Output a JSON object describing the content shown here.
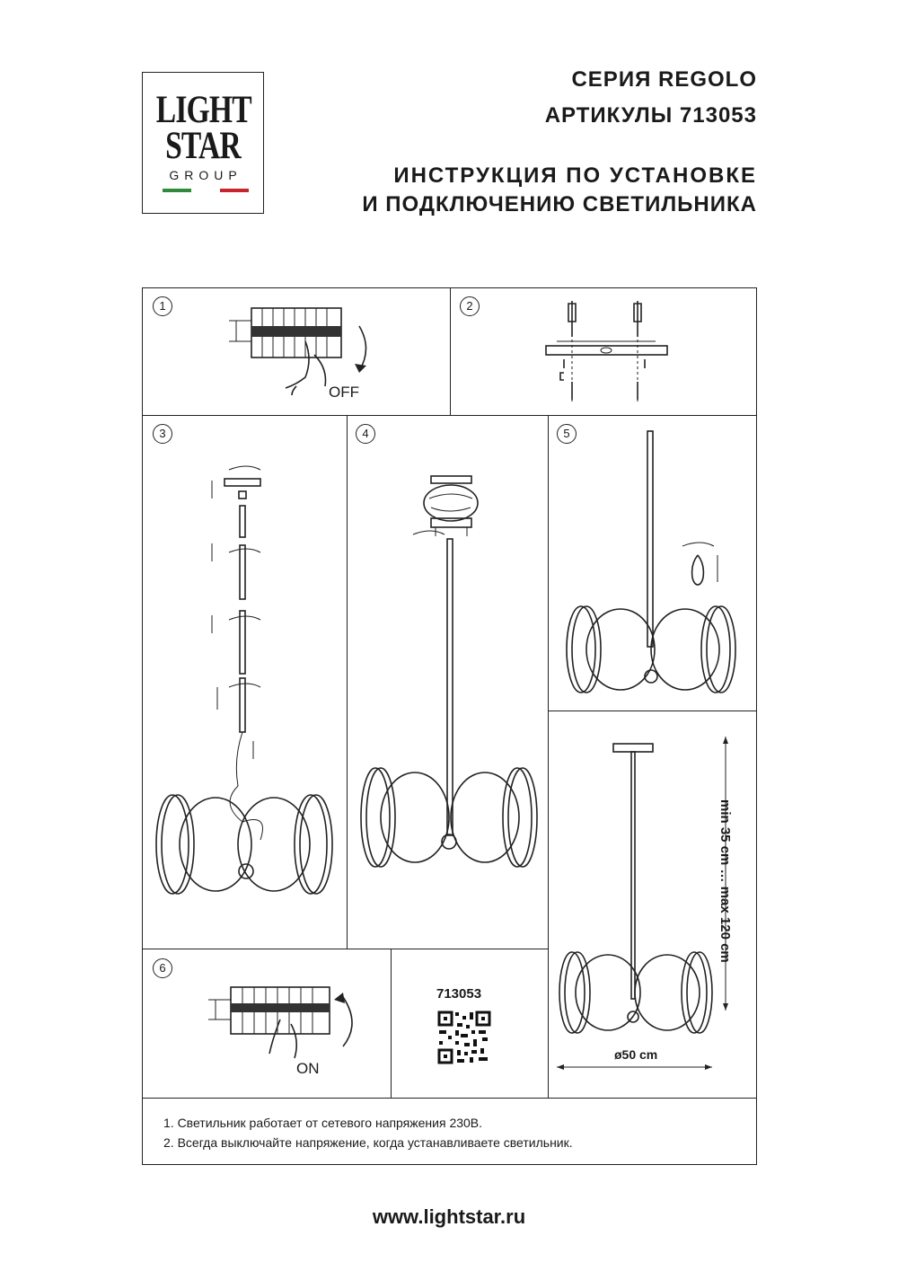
{
  "logo": {
    "line1": "LIGHT",
    "line2": "STAR",
    "line3": "GROUP",
    "flag_colors": [
      "#2e8b3a",
      "#ffffff",
      "#c8242b"
    ]
  },
  "header": {
    "series": "СЕРИЯ REGOLO",
    "article": "АРТИКУЛЫ 713053",
    "title_line1": "ИНСТРУКЦИЯ ПО УСТАНОВКЕ",
    "title_line2": "И ПОДКЛЮЧЕНИЮ СВЕТИЛЬНИКА"
  },
  "steps": {
    "s1": "1",
    "s2": "2",
    "s3": "3",
    "s4": "4",
    "s5": "5",
    "s6": "6"
  },
  "labels": {
    "off": "OFF",
    "on": "ON",
    "article_code": "713053",
    "height": "min 35 cm … max 120 cm",
    "diameter": "ø50 cm"
  },
  "notes": [
    "1. Светильник работает от сетевого напряжения 230В.",
    "2. Всегда выключайте напряжение, когда устанавливаете светильник."
  ],
  "footer": {
    "url": "www.lightstar.ru"
  }
}
